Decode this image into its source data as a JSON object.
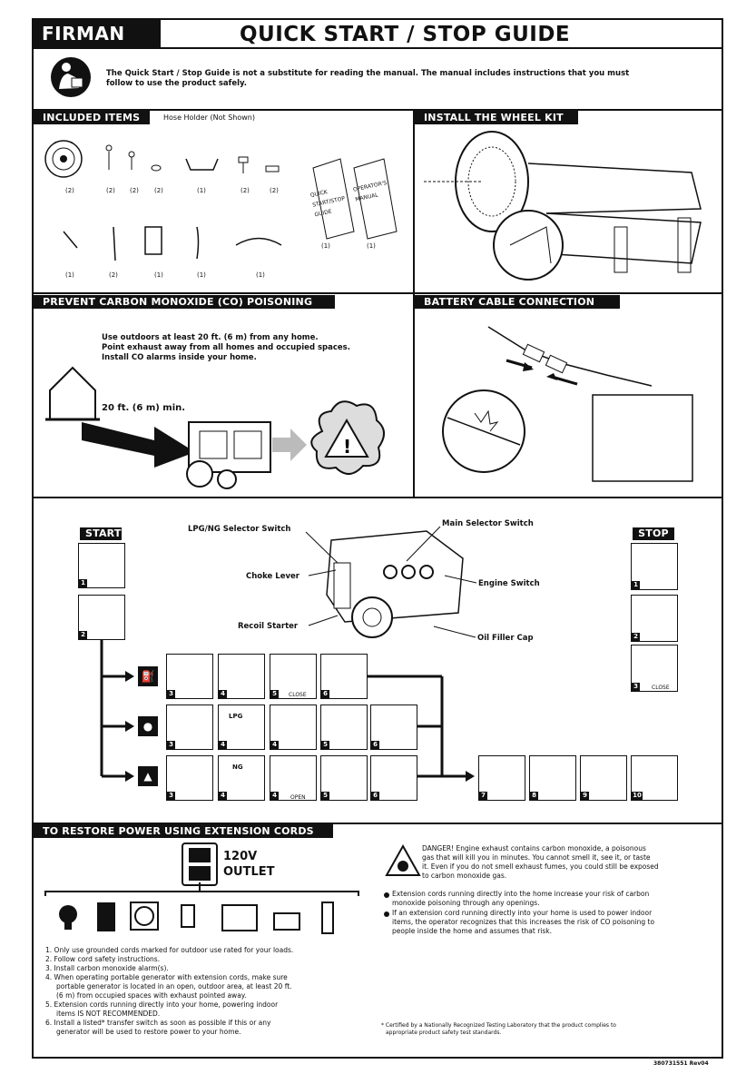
{
  "header": {
    "logo": "FIRMAN",
    "title": "QUICK START / STOP GUIDE"
  },
  "notice": {
    "text_line1": "The Quick Start / Stop Guide is not a substitute for reading the manual. The manual includes instructions that you must",
    "text_line2": "follow to use the product safely."
  },
  "included_items": {
    "banner": "INCLUDED ITEMS",
    "note": "Hose Holder (Not Shown)",
    "row1_counts": [
      "(2)",
      "(2)",
      "(2)",
      "(2)",
      "(1)",
      "(2)",
      "(2)"
    ],
    "row2_counts": [
      "(1)",
      "(2)",
      "(1)",
      "(1)",
      "(1)",
      "(1)",
      "(1)"
    ],
    "booklet1": "QUICK START/STOP GUIDE",
    "booklet2": "OPERATOR'S MANUAL"
  },
  "wheel_kit": {
    "banner": "INSTALL THE WHEEL KIT"
  },
  "co": {
    "banner": "PREVENT CARBON MONOXIDE (CO) POISONING",
    "line1": "Use outdoors at least 20 ft. (6 m) from any home.",
    "line2": "Point exhaust away from all homes and occupied spaces.",
    "line3": "Install CO alarms inside your home.",
    "distance": "20 ft. (6 m) min."
  },
  "battery": {
    "banner": "BATTERY CABLE CONNECTION"
  },
  "start_stop": {
    "start_label": "START",
    "stop_label": "STOP",
    "callouts": {
      "lpg_ng": "LPG/NG Selector Switch",
      "main": "Main Selector Switch",
      "choke": "Choke Lever",
      "engine": "Engine Switch",
      "recoil": "Recoil Starter",
      "oil": "Oil Filler Cap"
    },
    "close": "CLOSE",
    "lpg": "LPG",
    "ng": "NG",
    "open": "OPEN",
    "start_steps": [
      "1",
      "2"
    ],
    "stop_steps": [
      "1",
      "2",
      "3"
    ],
    "row_steps": [
      "3",
      "4",
      "5",
      "6"
    ],
    "final_steps": [
      "7",
      "8",
      "9",
      "10"
    ]
  },
  "extension": {
    "banner": "TO RESTORE POWER USING EXTENSION CORDS",
    "outlet_line1": "120V",
    "outlet_line2": "OUTLET",
    "steps": [
      "1. Only use grounded cords marked for outdoor use rated for your loads.",
      "2. Follow cord safety instructions.",
      "3. Install carbon monoxide alarm(s).",
      "4. When operating portable generator with extension cords, make sure",
      "portable generator is located in an open, outdoor area, at least 20 ft.",
      "(6 m) from occupied spaces with exhaust pointed away.",
      "5. Extension cords running directly into your home, powering indoor",
      "items IS NOT RECOMMENDED.",
      "6. Install a listed* transfer switch as soon as possible if this or any",
      "generator will be used to restore power to your home."
    ],
    "danger": [
      "DANGER! Engine exhaust contains carbon monoxide, a poisonous",
      "gas that will kill you in minutes. You cannot smell it, see it, or taste",
      "it. Even if you do not smell exhaust fumes, you could still be exposed",
      "to carbon monoxide gas."
    ],
    "bullet1": [
      "Extension cords running directly into the home increase your risk of carbon",
      "monoxide poisoning through any openings."
    ],
    "bullet2": [
      "If an extension cord running directly into your home is used to power indoor",
      "items, the operator recognizes that this increases the risk of CO poisoning to",
      "people inside the home and assumes that risk."
    ],
    "footnote1": "* Certified by a Nationally Recognized Testing Laboratory that the product complies to",
    "footnote2": "appropriate product safety test standards."
  },
  "doc_number": "380731551 Rev04"
}
